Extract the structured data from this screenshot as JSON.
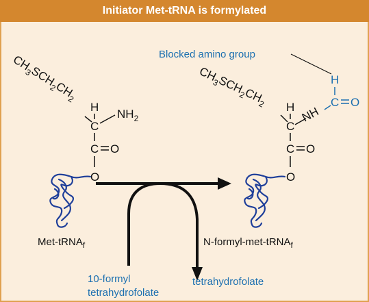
{
  "header": {
    "title": "Initiator Met-tRNA is formylated"
  },
  "left_molecule": {
    "side_chain": "CH",
    "side_chain_sub1": "3",
    "side_chain_mid": "SCH",
    "side_chain_sub2": "2",
    "side_chain_end": "CH",
    "side_chain_sub3": "2",
    "alpha_h": "H",
    "alpha_c": "C",
    "amino": "NH",
    "amino_sub": "2",
    "carbonyl": "C",
    "carbonyl_o": "O",
    "ester_o": "O",
    "name": "Met-tRNA",
    "name_sub": "f"
  },
  "right_molecule": {
    "side_chain": "CH",
    "side_chain_sub1": "3",
    "side_chain_mid": "SCH",
    "side_chain_sub2": "2",
    "side_chain_end": "CH",
    "side_chain_sub3": "2",
    "alpha_h": "H",
    "alpha_c": "C",
    "amino": "NH",
    "formyl_h": "H",
    "formyl_c": "C",
    "formyl_o": "O",
    "carbonyl": "C",
    "carbonyl_o": "O",
    "ester_o": "O",
    "name": "N-formyl-met-tRNA",
    "name_sub": "f",
    "annotation": "Blocked amino group"
  },
  "cofactors": {
    "donor_line1": "10-formyl",
    "donor_line2": "tetrahydrofolate",
    "product": "tetrahydrofolate"
  },
  "colors": {
    "header": "#d4872e",
    "background": "#fbeedd",
    "accent_blue": "#1b6fb0",
    "trna_blue": "#1f3f9a"
  }
}
